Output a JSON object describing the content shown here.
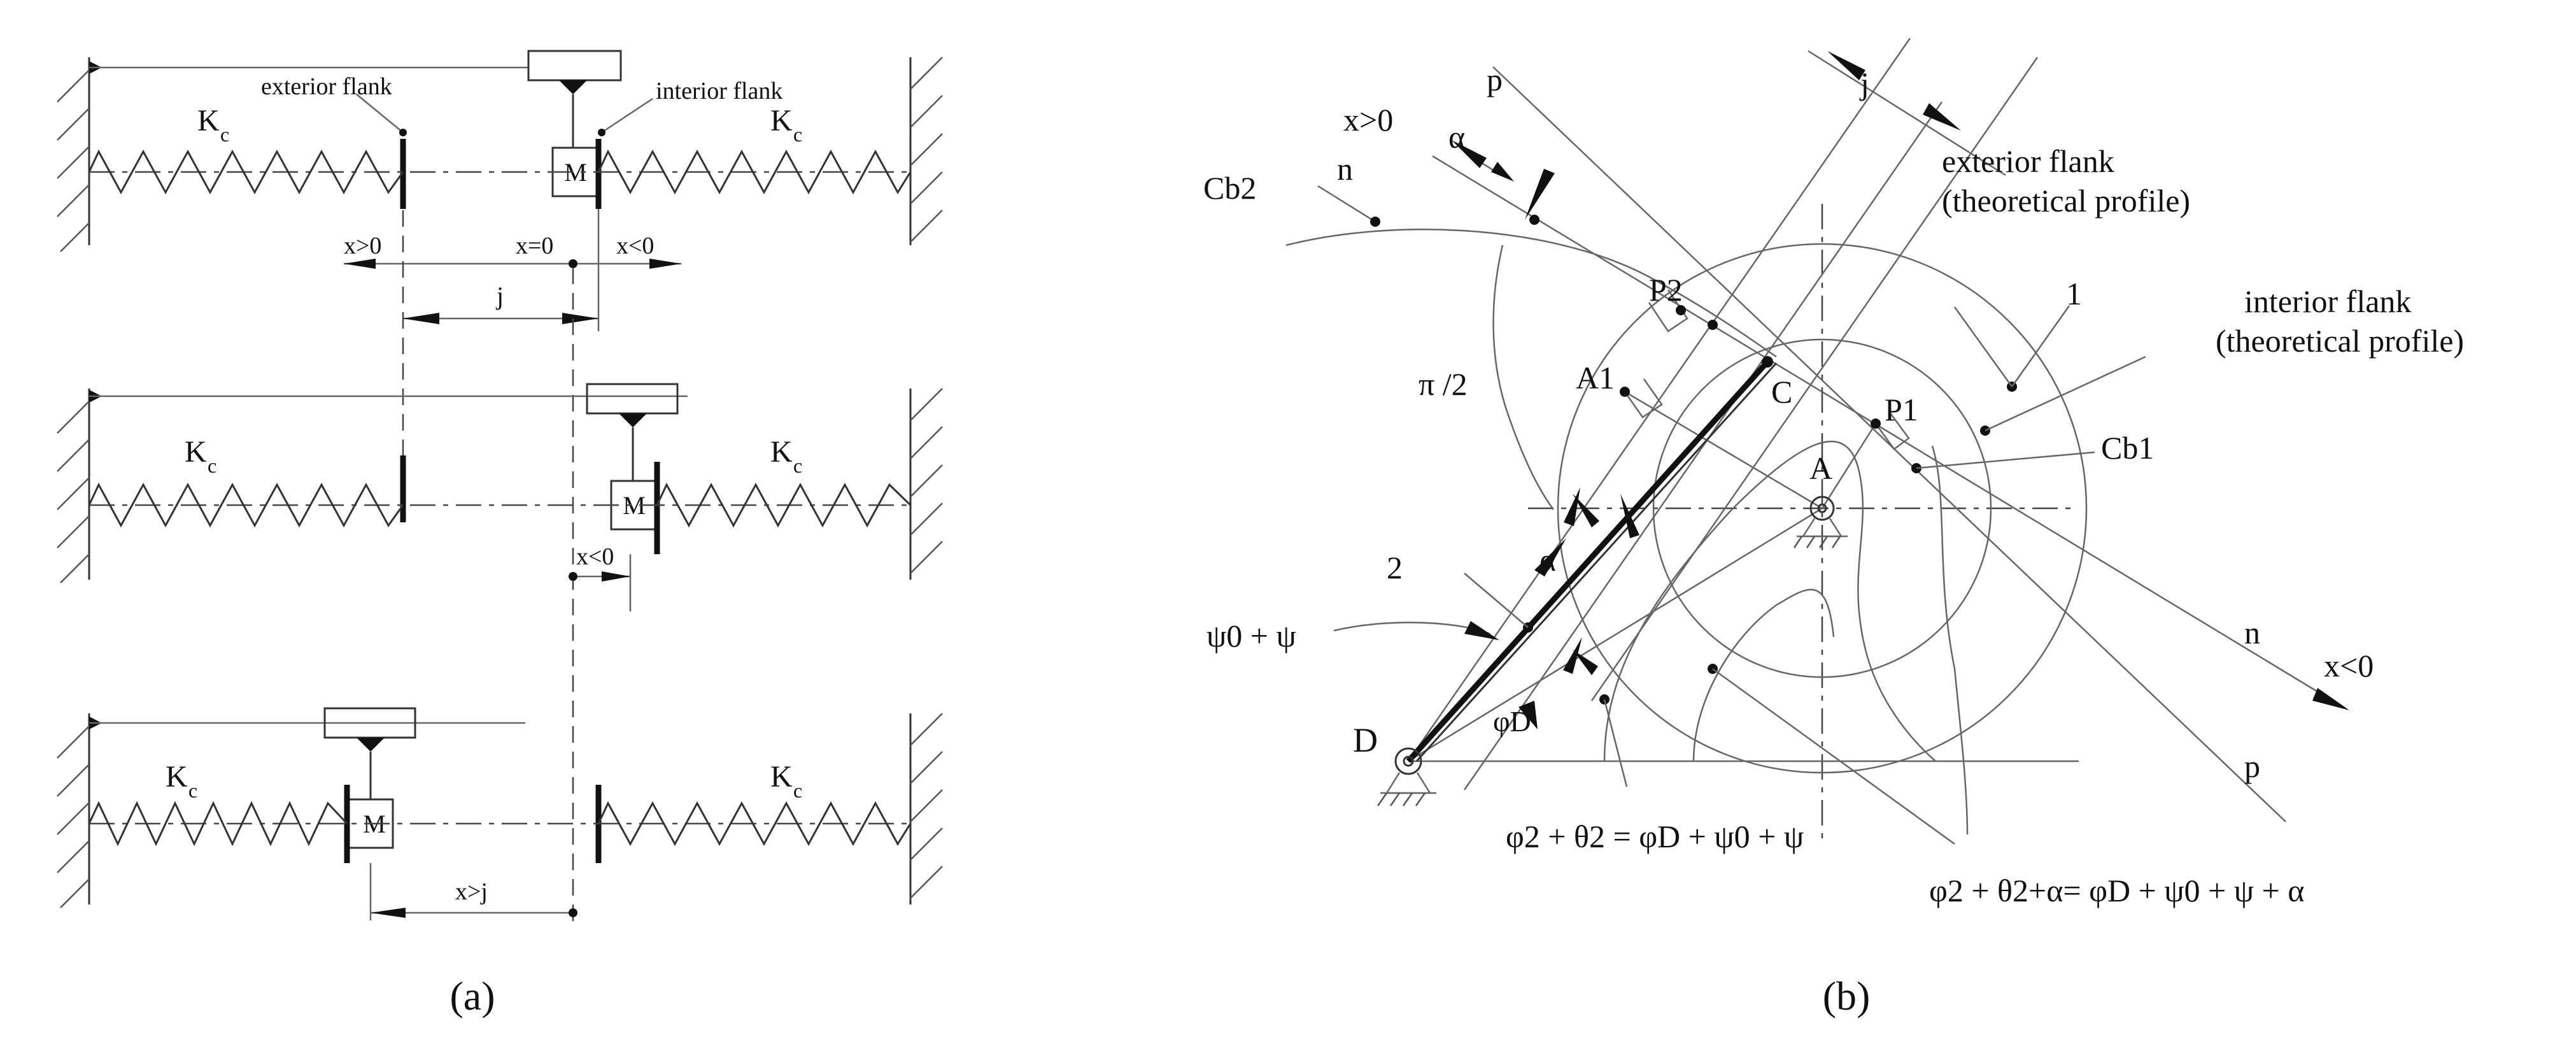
{
  "panel_a": {
    "caption": "(a)",
    "exterior_flank": "exterior flank",
    "interior_flank": "interior flank",
    "stiffness": "K",
    "stiffness_sub": "c",
    "mass": "M",
    "x_pos": "x>0",
    "x_zero": "x=0",
    "x_neg": "x<0",
    "backlash": "j",
    "x_gt_j": "x>j"
  },
  "panel_b": {
    "caption": "(b)",
    "p": "p",
    "n": "n",
    "x_pos": "x>0",
    "x_neg": "x<0",
    "alpha": "α",
    "j": "j",
    "cb2": "Cb2",
    "cb1": "Cb1",
    "p2": "P2",
    "p1": "P1",
    "a1": "A1",
    "c": "C",
    "a": "A",
    "d": "D",
    "two": "2",
    "one": "1",
    "pi_half": "π /2",
    "exterior_flank_1": "exterior flank",
    "exterior_flank_2": "(theoretical profile)",
    "interior_flank_1": "interior flank",
    "interior_flank_2": "(theoretical profile)",
    "psi_label": "ψ0 + ψ",
    "phi_d": "φD",
    "eq1": "φ2 + θ2 = φD + ψ0 + ψ",
    "eq2": "φ2 + θ2+α= φD + ψ0 + ψ + α"
  }
}
